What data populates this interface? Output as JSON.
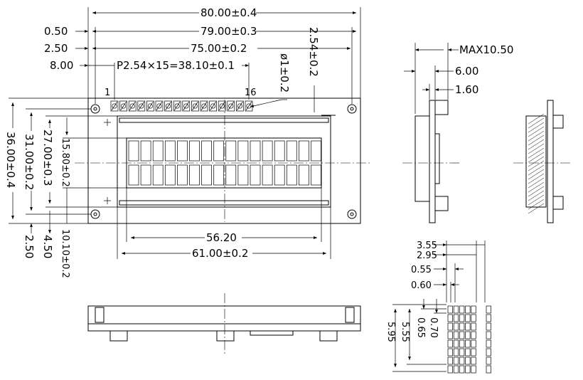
{
  "front_view": {
    "dims": {
      "width_total": "80.00±0.4",
      "hole_span": "79.00±0.3",
      "pcb_inner": "75.00±0.2",
      "pin_pitch": "P2.54×15=38.10±0.1",
      "offset_050": "0.50",
      "offset_250": "2.50",
      "offset_800": "8.00",
      "pin_dia": "ø1±0.2",
      "pin_offset": "2.54±0.2",
      "height_total": "36.00±0.4",
      "height_2": "31.00±0.2",
      "height_3": "27.00±0.3",
      "view_h": "15.80±0.2",
      "view_b": "10.10±0.2",
      "bottom_250": "2.50",
      "bottom_450": "4.50",
      "view_w": "56.20",
      "bezel_w": "61.00±0.2"
    },
    "pin_first": "1",
    "pin_last": "16"
  },
  "side_view": {
    "max_thickness": "MAX10.50",
    "t_600": "6.00",
    "t_160": "1.60"
  },
  "dot_detail": {
    "d355": "3.55",
    "d295": "2.95",
    "d055": "0.55",
    "d060": "0.60",
    "d595": "5.95",
    "d555": "5.55",
    "d065": "0.65",
    "d070": "0.70"
  }
}
